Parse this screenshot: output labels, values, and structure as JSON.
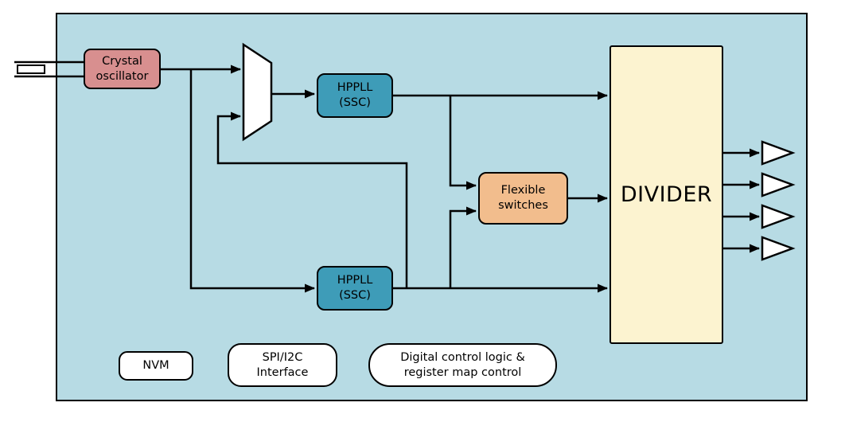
{
  "colors": {
    "panel_background": "#b7dbe4",
    "crystal_block": "#d88f8f",
    "pll_block": "#3e9cb8",
    "switches_block": "#f2bd8d",
    "divider_block": "#fcf3d0",
    "white_block": "#ffffff",
    "wire": "#000000"
  },
  "blocks": {
    "crystal_oscillator": "Crystal\noscillator",
    "hppll_top": "HPPLL\n(SSC)",
    "hppll_bottom": "HPPLL\n(SSC)",
    "flexible_switches": "Flexible\nswitches",
    "divider": "DIVIDER",
    "nvm": "NVM",
    "spi_interface": "SPI/I2C\nInterface",
    "digital_control": "Digital control logic &\nregister map control"
  },
  "icons": {
    "crystal_symbol": "crystal-resonator-symbol",
    "mux": "multiplexer-trapezoid",
    "output_buffers": "output-buffer-triangle (x4)"
  }
}
